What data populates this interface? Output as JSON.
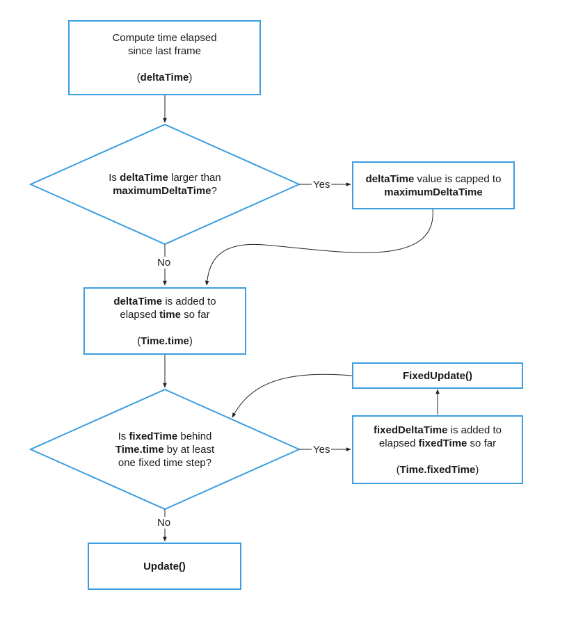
{
  "nodes": {
    "compute": {
      "line1": "Compute time elapsed",
      "line2": "since last frame",
      "line3_open": "(",
      "line3_bold": "deltaTime",
      "line3_close": ")"
    },
    "decision1": {
      "l1_prefix": "Is ",
      "l1_bold": "deltaTime",
      "l1_suffix": " larger than",
      "l2_bold": "maximumDeltaTime",
      "l2_suffix": "?"
    },
    "capped": {
      "l1_bold": "deltaTime",
      "l1_suffix": " value is capped to",
      "l2_bold": "maximumDeltaTime"
    },
    "added": {
      "l1_bold": "deltaTime",
      "l1_suffix": " is added to",
      "l2_prefix": "elapsed ",
      "l2_bold": "time",
      "l2_suffix": " so far",
      "l3_open": "(",
      "l3_bold": "Time.time",
      "l3_close": ")"
    },
    "decision2": {
      "l1_prefix": "Is ",
      "l1_bold": "fixedTime",
      "l1_suffix": " behind",
      "l2_bold": "Time.time",
      "l2_suffix": " by at least",
      "l3": "one fixed time step?"
    },
    "fixed_added": {
      "l1_bold": "fixedDeltaTime",
      "l1_suffix": " is added to",
      "l2_prefix": "elapsed ",
      "l2_bold": "fixedTime",
      "l2_suffix": " so far",
      "l3_open": "(",
      "l3_bold": "Time.fixedTime",
      "l3_close": ")"
    },
    "fixed_update": {
      "label": "FixedUpdate()"
    },
    "update": {
      "label": "Update()"
    }
  },
  "edges": {
    "yes1": "Yes",
    "no1": "No",
    "yes2": "Yes",
    "no2": "No"
  },
  "colors": {
    "border": "#3a9ee0",
    "arrow": "#222222"
  }
}
